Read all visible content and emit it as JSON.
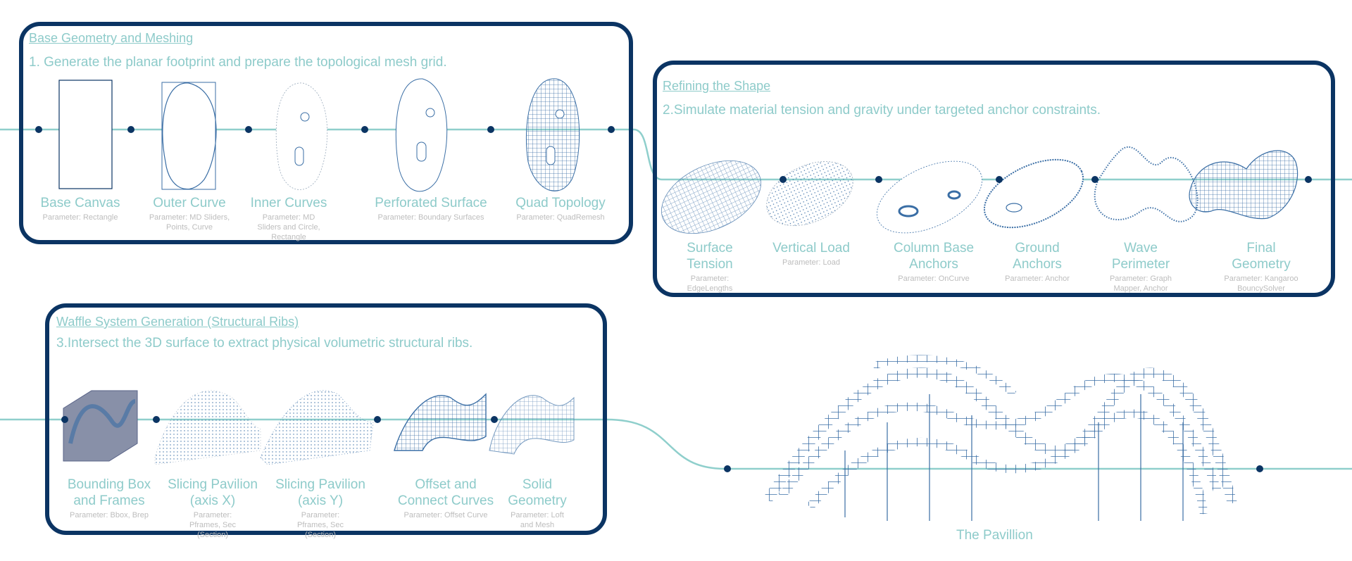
{
  "colors": {
    "frame": "#0b3463",
    "text": "#8ecbca",
    "line": "#8fcfcc",
    "param": "#bdbdbd",
    "drawing": "#3a6ea5"
  },
  "section1": {
    "title": "Base Geometry and Meshing",
    "description": "1. Generate the planar footprint and prepare the topological mesh grid.",
    "steps": [
      {
        "label": "Base Canvas",
        "param": "Parameter: Rectangle"
      },
      {
        "label": "Outer Curve",
        "param": "Parameter: MD Sliders, Points, Curve"
      },
      {
        "label": "Inner Curves",
        "param": "Parameter: MD Sliders and Circle, Rectangle"
      },
      {
        "label": "Perforated Surface",
        "param": "Parameter: Boundary Surfaces"
      },
      {
        "label": "Quad Topology",
        "param": "Parameter: QuadRemesh"
      }
    ]
  },
  "section2": {
    "title": "Refining the Shape",
    "description": "2.Simulate material tension and gravity under targeted anchor constraints.",
    "steps": [
      {
        "label": "Surface Tension",
        "param": "Parameter: EdgeLengths"
      },
      {
        "label": "Vertical Load",
        "param": "Parameter: Load"
      },
      {
        "label": "Column Base Anchors",
        "param": "Parameter: OnCurve"
      },
      {
        "label": "Ground Anchors",
        "param": "Parameter: Anchor"
      },
      {
        "label": "Wave Perimeter",
        "param": "Parameter: Graph Mapper, Anchor"
      },
      {
        "label": "Final Geometry",
        "param": "Parameter: Kangaroo BouncySolver"
      }
    ]
  },
  "section3": {
    "title": "Waffle System Generation (Structural Ribs)",
    "description": "3.Intersect the 3D surface to extract physical volumetric structural ribs.",
    "steps": [
      {
        "label": "Bounding Box and Frames",
        "param": "Parameter: Bbox, Brep"
      },
      {
        "label": "Slicing Pavilion (axis X)",
        "param": "Parameter: Pframes, Sec (Section)"
      },
      {
        "label": "Slicing Pavilion (axis Y)",
        "param": "Parameter: Pframes, Sec (Section)"
      },
      {
        "label": "Offset and Connect Curves",
        "param": "Parameter: Offset Curve"
      },
      {
        "label": "Solid Geometry",
        "param": "Parameter: Loft and Mesh"
      }
    ]
  },
  "result": {
    "label": "The Pavillion"
  }
}
